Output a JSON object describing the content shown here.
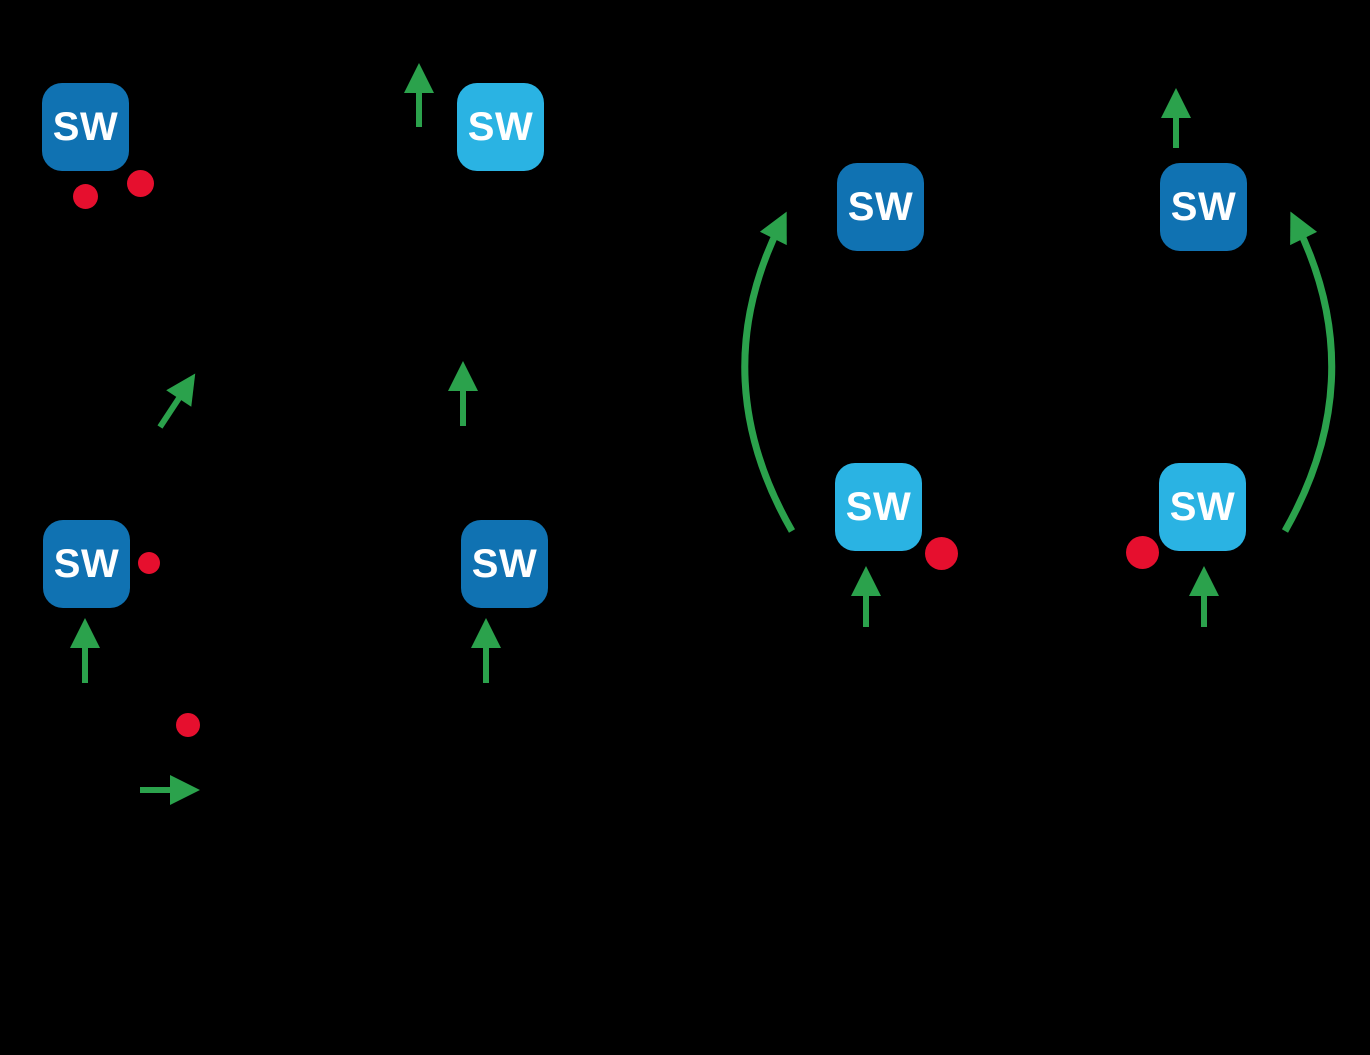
{
  "figure": {
    "type": "software-update-diagram",
    "background": "#000000"
  },
  "colors": {
    "dark-blue": "#1072b2",
    "light-blue": "#2ab3e3",
    "green": "#2ba24c",
    "red": "#e60f2e",
    "white": "#ffffff",
    "bg": "#000000"
  },
  "boxes": [
    {
      "label": "SW",
      "variant": "dark"
    },
    {
      "label": "SW",
      "variant": "light"
    },
    {
      "label": "SW",
      "variant": "dark"
    },
    {
      "label": "SW",
      "variant": "dark"
    },
    {
      "label": "SW",
      "variant": "dark"
    },
    {
      "label": "SW",
      "variant": "dark"
    },
    {
      "label": "SW",
      "variant": "light"
    },
    {
      "label": "SW",
      "variant": "light"
    }
  ],
  "icons": {
    "dot": "vulnerability-dot",
    "straight_arrow": "update-arrow",
    "curved_arrow": "upgrade-arc-arrow"
  }
}
